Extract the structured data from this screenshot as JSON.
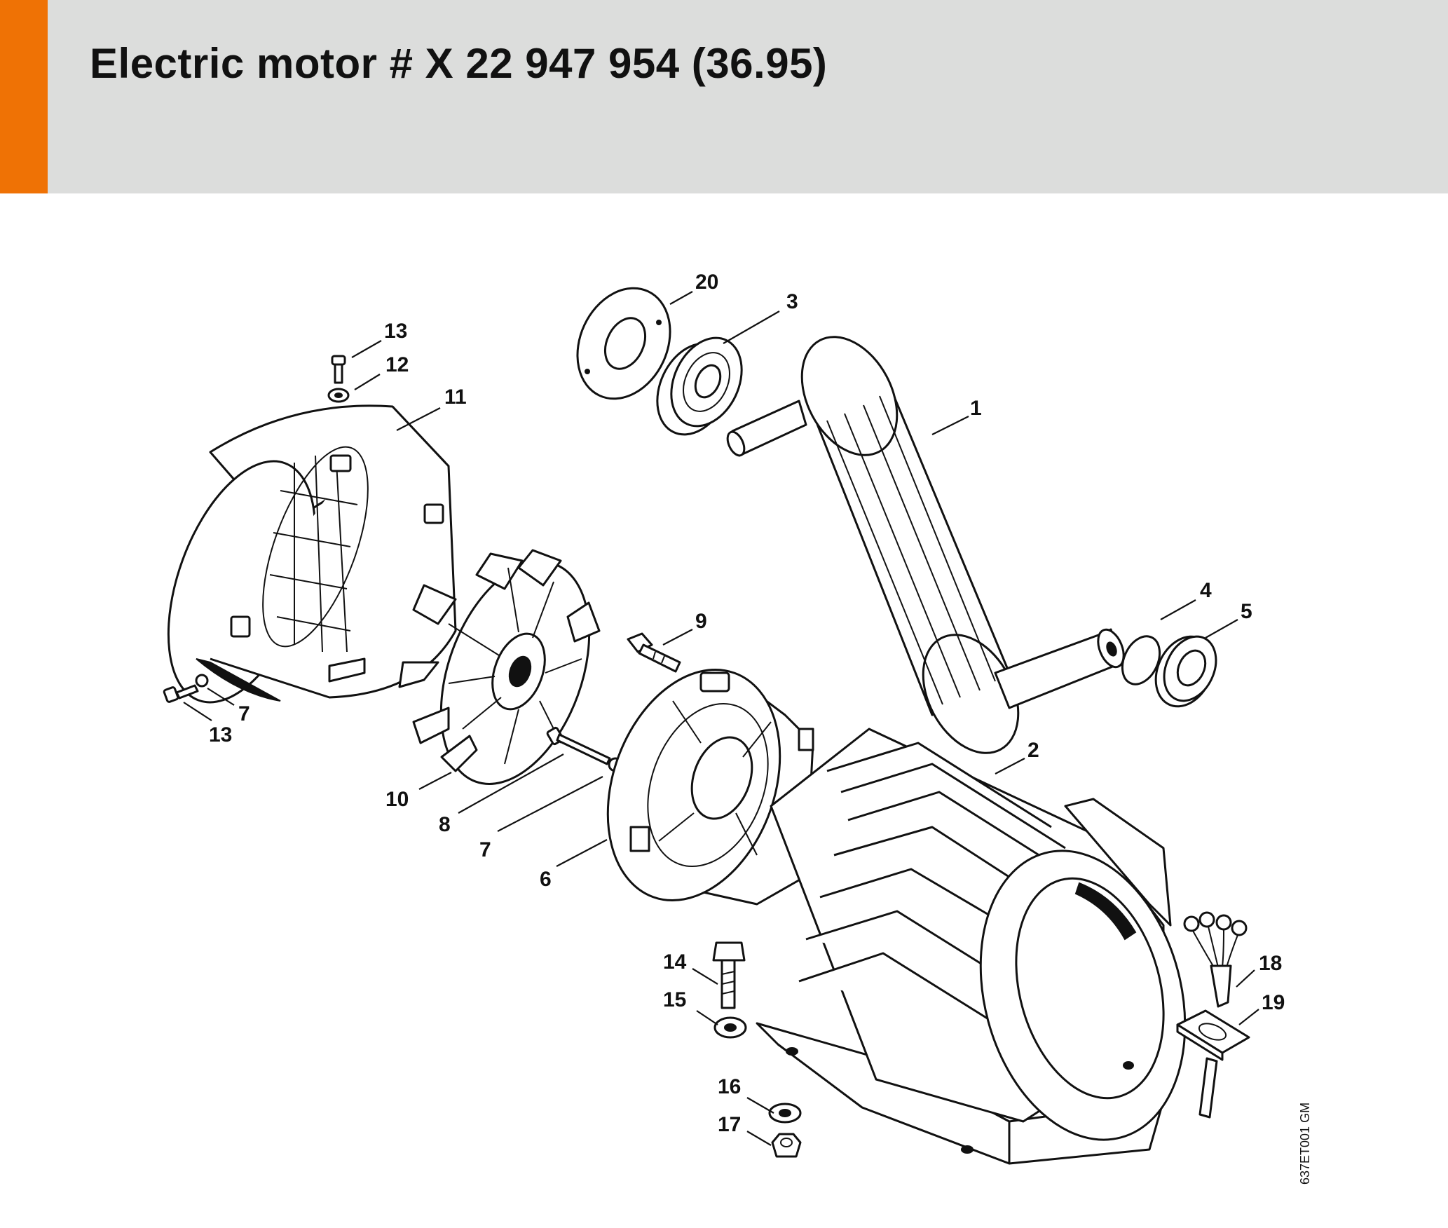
{
  "header": {
    "title": "Electric motor # X 22 947 954 (36.95)",
    "accent_color": "#ef7205",
    "background_color": "#dcdddc"
  },
  "diagram": {
    "drawing_code": "637ET001 GM",
    "callouts": [
      {
        "id": "c20",
        "label": "20"
      },
      {
        "id": "c3",
        "label": "3"
      },
      {
        "id": "c1",
        "label": "1"
      },
      {
        "id": "c4",
        "label": "4"
      },
      {
        "id": "c5",
        "label": "5"
      },
      {
        "id": "c13a",
        "label": "13"
      },
      {
        "id": "c12",
        "label": "12"
      },
      {
        "id": "c11",
        "label": "11"
      },
      {
        "id": "c9",
        "label": "9"
      },
      {
        "id": "c7a",
        "label": "7"
      },
      {
        "id": "c13b",
        "label": "13"
      },
      {
        "id": "c10",
        "label": "10"
      },
      {
        "id": "c8",
        "label": "8"
      },
      {
        "id": "c7b",
        "label": "7"
      },
      {
        "id": "c6",
        "label": "6"
      },
      {
        "id": "c2",
        "label": "2"
      },
      {
        "id": "c14",
        "label": "14"
      },
      {
        "id": "c15",
        "label": "15"
      },
      {
        "id": "c16",
        "label": "16"
      },
      {
        "id": "c17",
        "label": "17"
      },
      {
        "id": "c18",
        "label": "18"
      },
      {
        "id": "c19",
        "label": "19"
      }
    ]
  }
}
